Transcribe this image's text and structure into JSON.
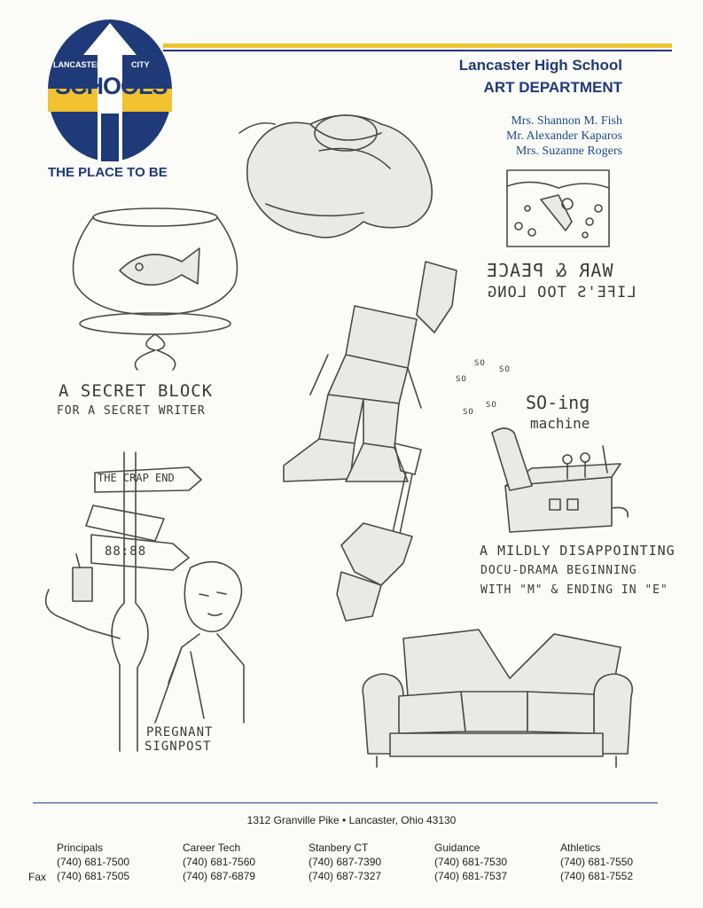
{
  "logo": {
    "top_left": "LANCASTER",
    "top_right": "CITY",
    "main": "SCHOOLS",
    "tagline": "THE PLACE TO BE"
  },
  "header": {
    "school": "Lancaster High School",
    "department": "ART DEPARTMENT",
    "staff": [
      "Mrs. Shannon M. Fish",
      "Mr. Alexander Kaparos",
      "Mrs. Suzanne Rogers"
    ]
  },
  "sketch_captions": {
    "war_peace": "WAR & PEACE",
    "life_short": "LIFE'S TOO LONG",
    "secret_block_1": "A SECRET BLOCK",
    "secret_block_2": "FOR A SECRET WRITER",
    "soing": "SO-ing",
    "machine": "machine",
    "so": "SO",
    "docu_1": "A MILDLY DISAPPOINTING",
    "docu_2": "DOCU-DRAMA BEGINNING",
    "docu_3": "WITH \"M\" & ENDING IN \"E\"",
    "sign_crapend": "THE CRAP END",
    "sign_clock": "88:88",
    "pregnant_1": "PREGNANT",
    "pregnant_2": "SIGNPOST"
  },
  "footer": {
    "address": "1312 Granville Pike • Lancaster, Ohio 43130",
    "fax_label": "Fax",
    "columns": [
      {
        "title": "Principals",
        "phone": "(740) 681-7500",
        "fax": "(740) 681-7505"
      },
      {
        "title": "Career Tech",
        "phone": "(740) 681-7560",
        "fax": "(740) 687-6879"
      },
      {
        "title": "Stanbery CT",
        "phone": "(740) 687-7390",
        "fax": "(740) 687-7327"
      },
      {
        "title": "Guidance",
        "phone": "(740) 681-7530",
        "fax": "(740) 681-7537"
      },
      {
        "title": "Athletics",
        "phone": "(740) 681-7550",
        "fax": "(740) 681-7552"
      }
    ]
  },
  "colors": {
    "navy": "#1e3a78",
    "gold": "#f2c230",
    "blue_text": "#1e4a8c"
  }
}
